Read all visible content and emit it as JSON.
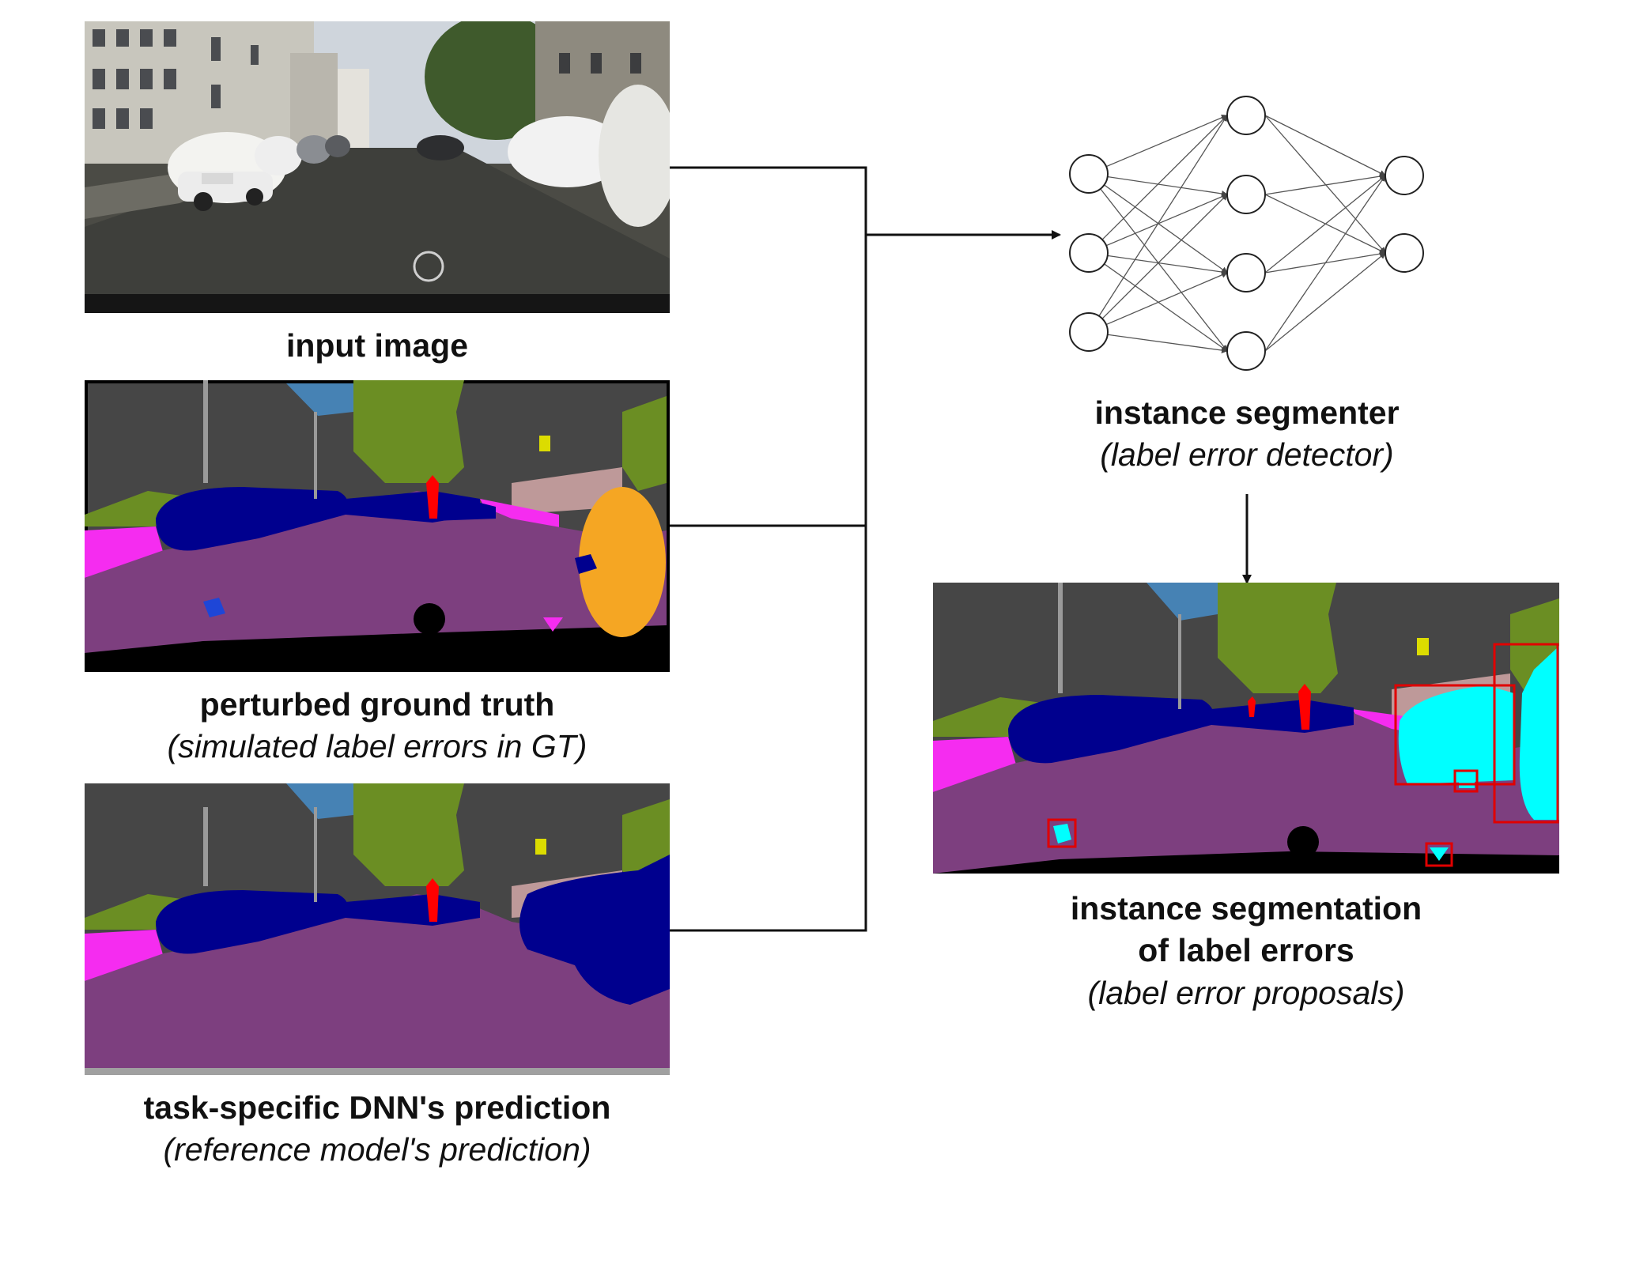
{
  "input": {
    "title": "input image"
  },
  "gt": {
    "title": "perturbed ground truth",
    "subtitle": "(simulated label errors in GT)"
  },
  "pred": {
    "title": "task-specific DNN's prediction",
    "subtitle": "(reference model's prediction)"
  },
  "segmenter": {
    "title": "instance segmenter",
    "subtitle": "(label error detector)"
  },
  "output": {
    "title_line1": "instance segmentation",
    "title_line2": "of label errors",
    "subtitle": "(label error proposals)"
  },
  "colors": {
    "road": "#7d3f7f",
    "sidewalk": "#f52cf0",
    "building": "#464646",
    "vegetation": "#6b8e23",
    "sky": "#4682b4",
    "car": "#00008e",
    "person": "#ff0000",
    "sign": "#dcdc00",
    "wall": "#be9999",
    "error": "#00ffff",
    "error_box": "#e00000",
    "orange": "#f5a623"
  }
}
